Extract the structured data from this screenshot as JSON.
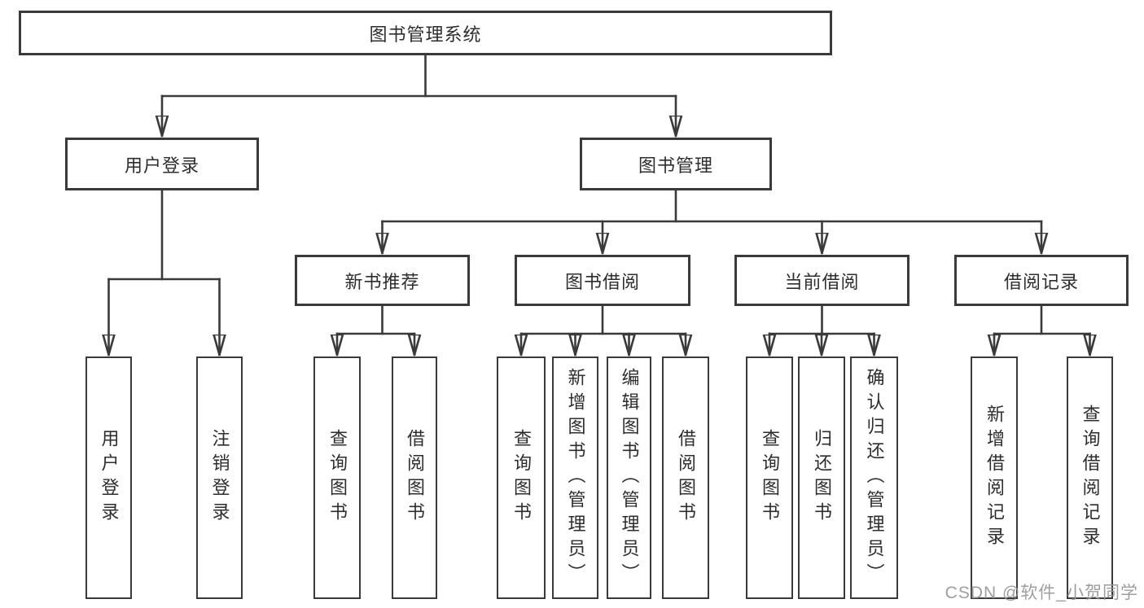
{
  "tree": {
    "label": "图书管理系统",
    "children": [
      {
        "label": "用户登录",
        "children": [
          {
            "label": "用户登录"
          },
          {
            "label": "注销登录"
          }
        ]
      },
      {
        "label": "图书管理",
        "children": [
          {
            "label": "新书推荐",
            "children": [
              {
                "label": "查询图书"
              },
              {
                "label": "借阅图书"
              }
            ]
          },
          {
            "label": "图书借阅",
            "children": [
              {
                "label": "查询图书"
              },
              {
                "label": "新增图书（管理员）"
              },
              {
                "label": "编辑图书（管理员）"
              },
              {
                "label": "借阅图书"
              }
            ]
          },
          {
            "label": "当前借阅",
            "children": [
              {
                "label": "查询图书"
              },
              {
                "label": "归还图书"
              },
              {
                "label": "确认归还（管理员）"
              }
            ]
          },
          {
            "label": "借阅记录",
            "children": [
              {
                "label": "新增借阅记录"
              },
              {
                "label": "查询借阅记录"
              }
            ]
          }
        ]
      }
    ]
  },
  "watermark": "CSDN @软件_小贺同学",
  "colors": {
    "line": "#3a3a3a",
    "text": "#2d2d2d",
    "background": "#ffffff",
    "watermark": "#969696"
  }
}
